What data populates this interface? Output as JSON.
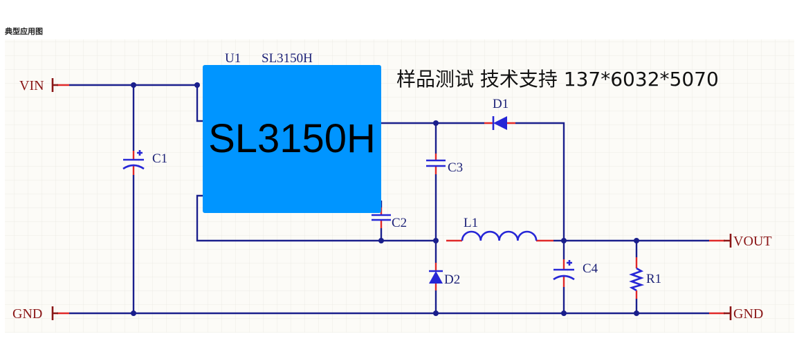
{
  "title": "典型应用图",
  "chip": {
    "designator": "U1",
    "part": "SL3150H",
    "body_text": "SL3150H",
    "color": "#0095ff"
  },
  "overlay_text": "样品测试 技术支持 137*6032*5070",
  "nets": {
    "vin": "VIN",
    "gnd_left": "GND",
    "vout": "VOUT",
    "gnd_right": "GND"
  },
  "components": {
    "c1": "C1",
    "c2": "C2",
    "c3": "C3",
    "c4": "C4",
    "d1": "D1",
    "d2": "D2",
    "l1": "L1",
    "r1": "R1"
  },
  "colors": {
    "wire": "#1a1f8c",
    "component": "#2626d6",
    "pin": "#e02828",
    "terminal": "#8a1616"
  }
}
